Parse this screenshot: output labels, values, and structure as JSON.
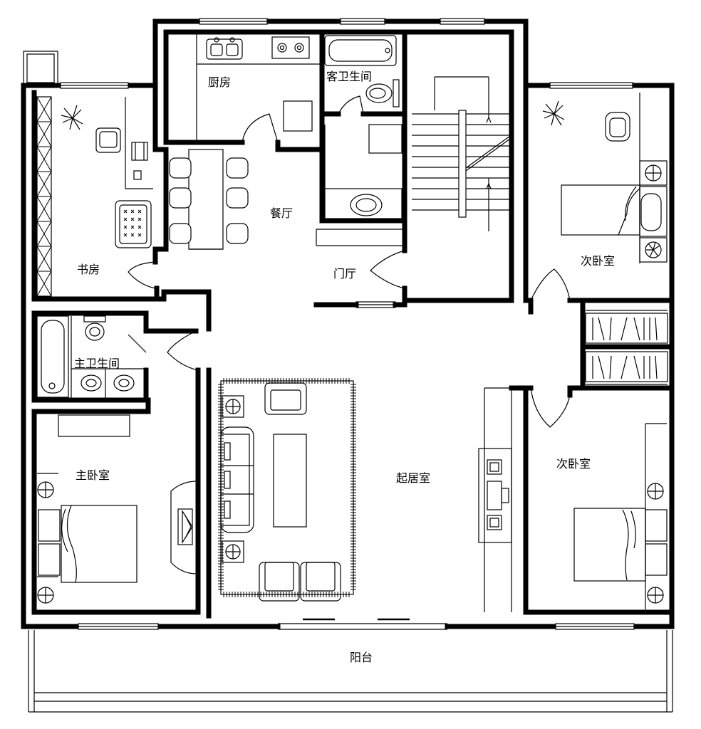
{
  "rooms": {
    "kitchen": "厨房",
    "guest_bath": "客卫生间",
    "dining": "餐厅",
    "study": "书房",
    "foyer": "门厅",
    "master_bath": "主卫生间",
    "master_bedroom": "主卧室",
    "living_room": "起居室",
    "second_bedroom_upper": "次卧室",
    "second_bedroom_lower": "次卧室",
    "balcony": "阳台"
  }
}
